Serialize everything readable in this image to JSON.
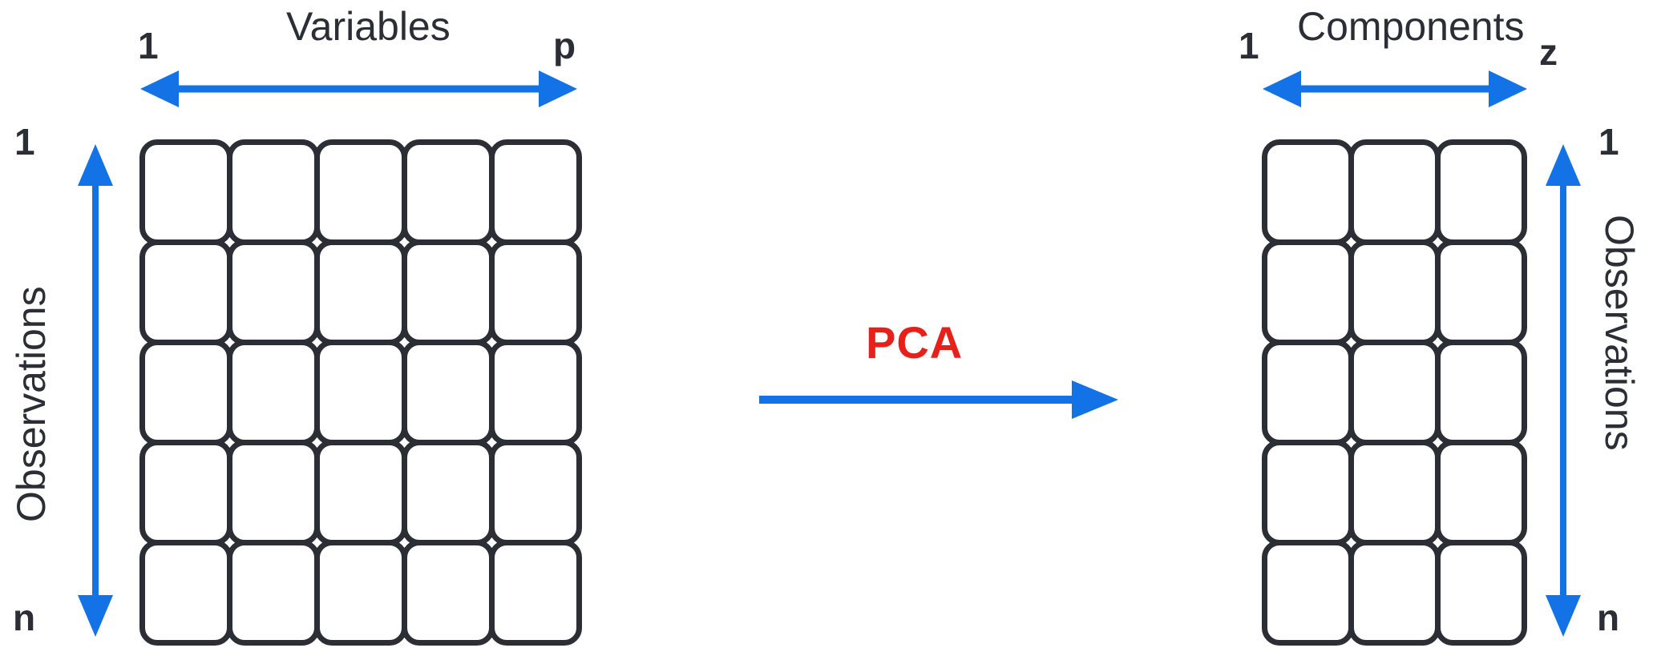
{
  "diagram": {
    "title": "PCA matrix dimensionality reduction schematic",
    "background_color": "#ffffff",
    "accent_blue": "#1373e6",
    "accent_red": "#e8201a",
    "cell_border_color": "#2b2e34"
  },
  "transform": {
    "label": "PCA",
    "arrow_direction": "right",
    "arrow_color": "#1373e6"
  },
  "input_matrix": {
    "columns_axis_title": "Variables",
    "columns_start_label": "1",
    "columns_end_label": "p",
    "rows_axis_title": "Observations",
    "rows_start_label": "1",
    "rows_end_label": "n",
    "rows": 5,
    "cols": 5
  },
  "output_matrix": {
    "columns_axis_title": "Components",
    "columns_start_label": "1",
    "columns_end_label": "z",
    "rows_axis_title": "Observations",
    "rows_start_label": "1",
    "rows_end_label": "n",
    "rows": 5,
    "cols": 3
  }
}
